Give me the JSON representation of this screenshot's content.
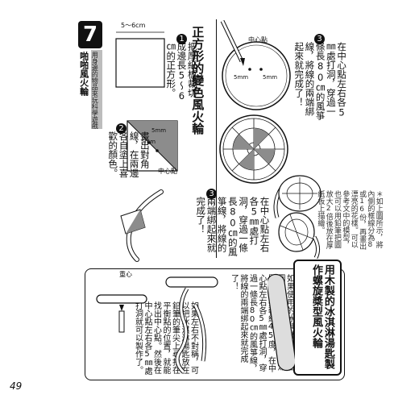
{
  "page_number": "49",
  "chapter": {
    "badge": "7",
    "series_label": "用身邊的物品來玩科學遊戲",
    "name": "啪啪風火輪"
  },
  "section1": {
    "title": "正方形的變色風火輪",
    "step1_num": "1",
    "step1_text": "把厚紙板裁切成邊長5〜6㎝的正方形。",
    "dim_label": "5〜6cm",
    "step2_num": "2",
    "step2_text": "畫出對角線，在兩邊各自塗上喜歡的顏色。",
    "step2_labels": {
      "a": "5mm",
      "b": "5mm",
      "center": "中心點"
    },
    "step3_num": "3",
    "step3_text": "在中心點左右各5㎜處打洞，穿過一條長80㎝的風箏線，將線的兩端綁起來就完成了！"
  },
  "section_right": {
    "step3_num": "3",
    "step3_text": "在中心點左右各5㎜處打洞，穿過一條長80㎝的風箏線，將線的兩端綁起來就完成了！",
    "disc_labels": {
      "center": "中心點",
      "a": "5mm",
      "b": "5mm"
    },
    "note": "＊如上圖所示，將內側的框線分為8或16份，再畫出漂亮的花樣。可以參考文中的模型，也可以用鉛筆把圖放大2倍後放在厚紙板上描繪。"
  },
  "section2": {
    "title": "用木製的冰淇淋湯匙製作螺旋槳型風火輪",
    "para1": "如果使用的冰淇淋湯匙如右圖所示具有弧度時，就把湯匙兩側扭轉約45度，在中心點左右各5㎜處打洞，穿過一條長80㎝的風箏線，將線的兩端綁起來就完成了！",
    "para2": "如果左右不對稱，可以把冰淇淋湯匙放在鉛筆的筆尖上尋找在平衡點的位置，就能找出中心點。然後在中心點左右各5㎜處打洞就可以製作了。",
    "label_center": "重心"
  }
}
